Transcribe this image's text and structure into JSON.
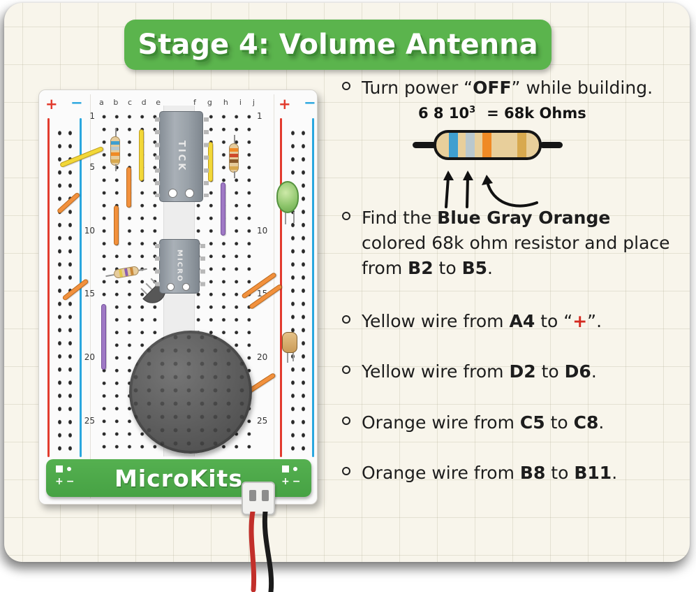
{
  "title": "Stage 4: Volume Antenna",
  "board": {
    "rails": {
      "plus": "+",
      "minus": "−"
    },
    "columns_left": [
      "a",
      "b",
      "c",
      "d",
      "e"
    ],
    "columns_right": [
      "f",
      "g",
      "h",
      "i",
      "j"
    ],
    "rows_left": [
      "1",
      "5",
      "10",
      "15",
      "20",
      "25"
    ],
    "rows_right": [
      "1",
      "10",
      "15",
      "20",
      "25"
    ],
    "chip_tick": "TICK",
    "chip_micro": "MICRO",
    "logo_text": "MicroKits"
  },
  "resistor_figure": {
    "digits": "6 8 10",
    "exponent": "3",
    "equals": "= 68k Ohms"
  },
  "instructions": {
    "power_off": {
      "pre": "Turn power “",
      "b1": "OFF",
      "post": "” while building."
    },
    "find_resistor": {
      "pre": "Find the ",
      "b1": "Blue Gray Orange",
      "mid1": " colored 68k ohm resistor and place from ",
      "b2": "B2",
      "mid2": " to ",
      "b3": "B5",
      "post": "."
    },
    "yellow1": {
      "pre": "Yellow wire from ",
      "b1": "A4",
      "mid1": " to “",
      "plus": "+",
      "post": "”."
    },
    "yellow2": {
      "pre": "Yellow wire from ",
      "b1": "D2",
      "mid1": " to ",
      "b2": "D6",
      "post": "."
    },
    "orange1": {
      "pre": "Orange wire from ",
      "b1": "C5",
      "mid1": " to ",
      "b2": "C8",
      "post": "."
    },
    "orange2": {
      "pre": "Orange wire from ",
      "b1": "B8",
      "mid1": " to ",
      "b2": "B11",
      "post": "."
    }
  },
  "colors": {
    "banner_green": "#5bb44d",
    "rail_red": "#e23b2e",
    "rail_blue": "#2aa7df",
    "wire_yellow": "#f2d838",
    "wire_orange": "#f2913d",
    "wire_purple": "#9f79c5",
    "band_blue": "#3f9fd0",
    "band_gray": "#b9c8ce",
    "band_orange": "#f08a25",
    "band_gold": "#d8a94e"
  }
}
